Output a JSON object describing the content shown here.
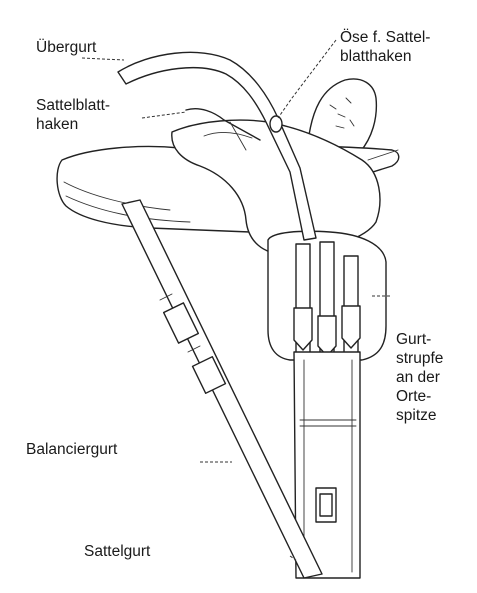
{
  "labels": {
    "uebergurt": "Übergurt",
    "oese": "Öse f. Sattel-\nblatthaken",
    "sattelblatthaken": "Sattelblatt-\nhaken",
    "gurtstrupfe": "Gurt-\nstrupfe\nan der\nOrte-\nspitze",
    "balanciergurt": "Balanciergurt",
    "sattelgurt": "Sattelgurt"
  },
  "colors": {
    "ink": "#222222",
    "paper": "#ffffff"
  }
}
